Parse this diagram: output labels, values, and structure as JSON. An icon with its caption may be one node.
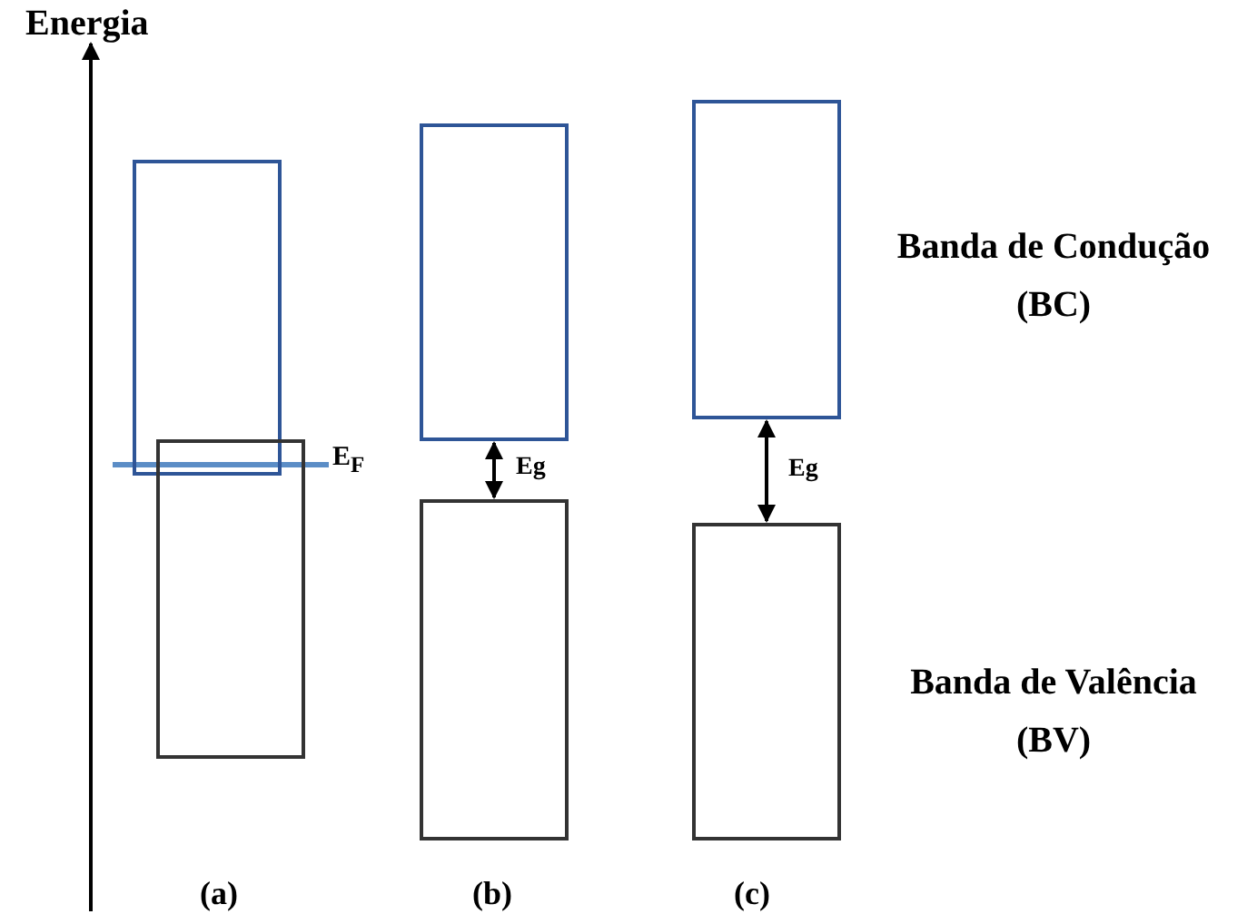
{
  "diagram": {
    "nodes": [
      {
        "text": [],
        "shape": "box"
      },
      {
        "text": [],
        "shape": "box"
      },
      {
        "text": [],
        "shape": "box"
      },
      {
        "text": [],
        "shape": "box"
      },
      {
        "text": [],
        "shape": "box"
      },
      {
        "text": [],
        "shape": "box"
      }
    ],
    "edges": [
      {
        "from": 2,
        "to": 3,
        "arrow": "both",
        "label": "Eg"
      },
      {
        "from": 4,
        "to": 5,
        "arrow": "both",
        "label": "Eg"
      }
    ],
    "labels": [
      "Energia",
      "E$_{F}$",
      "Banda de Condução (BC)",
      "Banda de Valência (BV)",
      "(a)",
      "(b)",
      "(c)"
    ]
  }
}
